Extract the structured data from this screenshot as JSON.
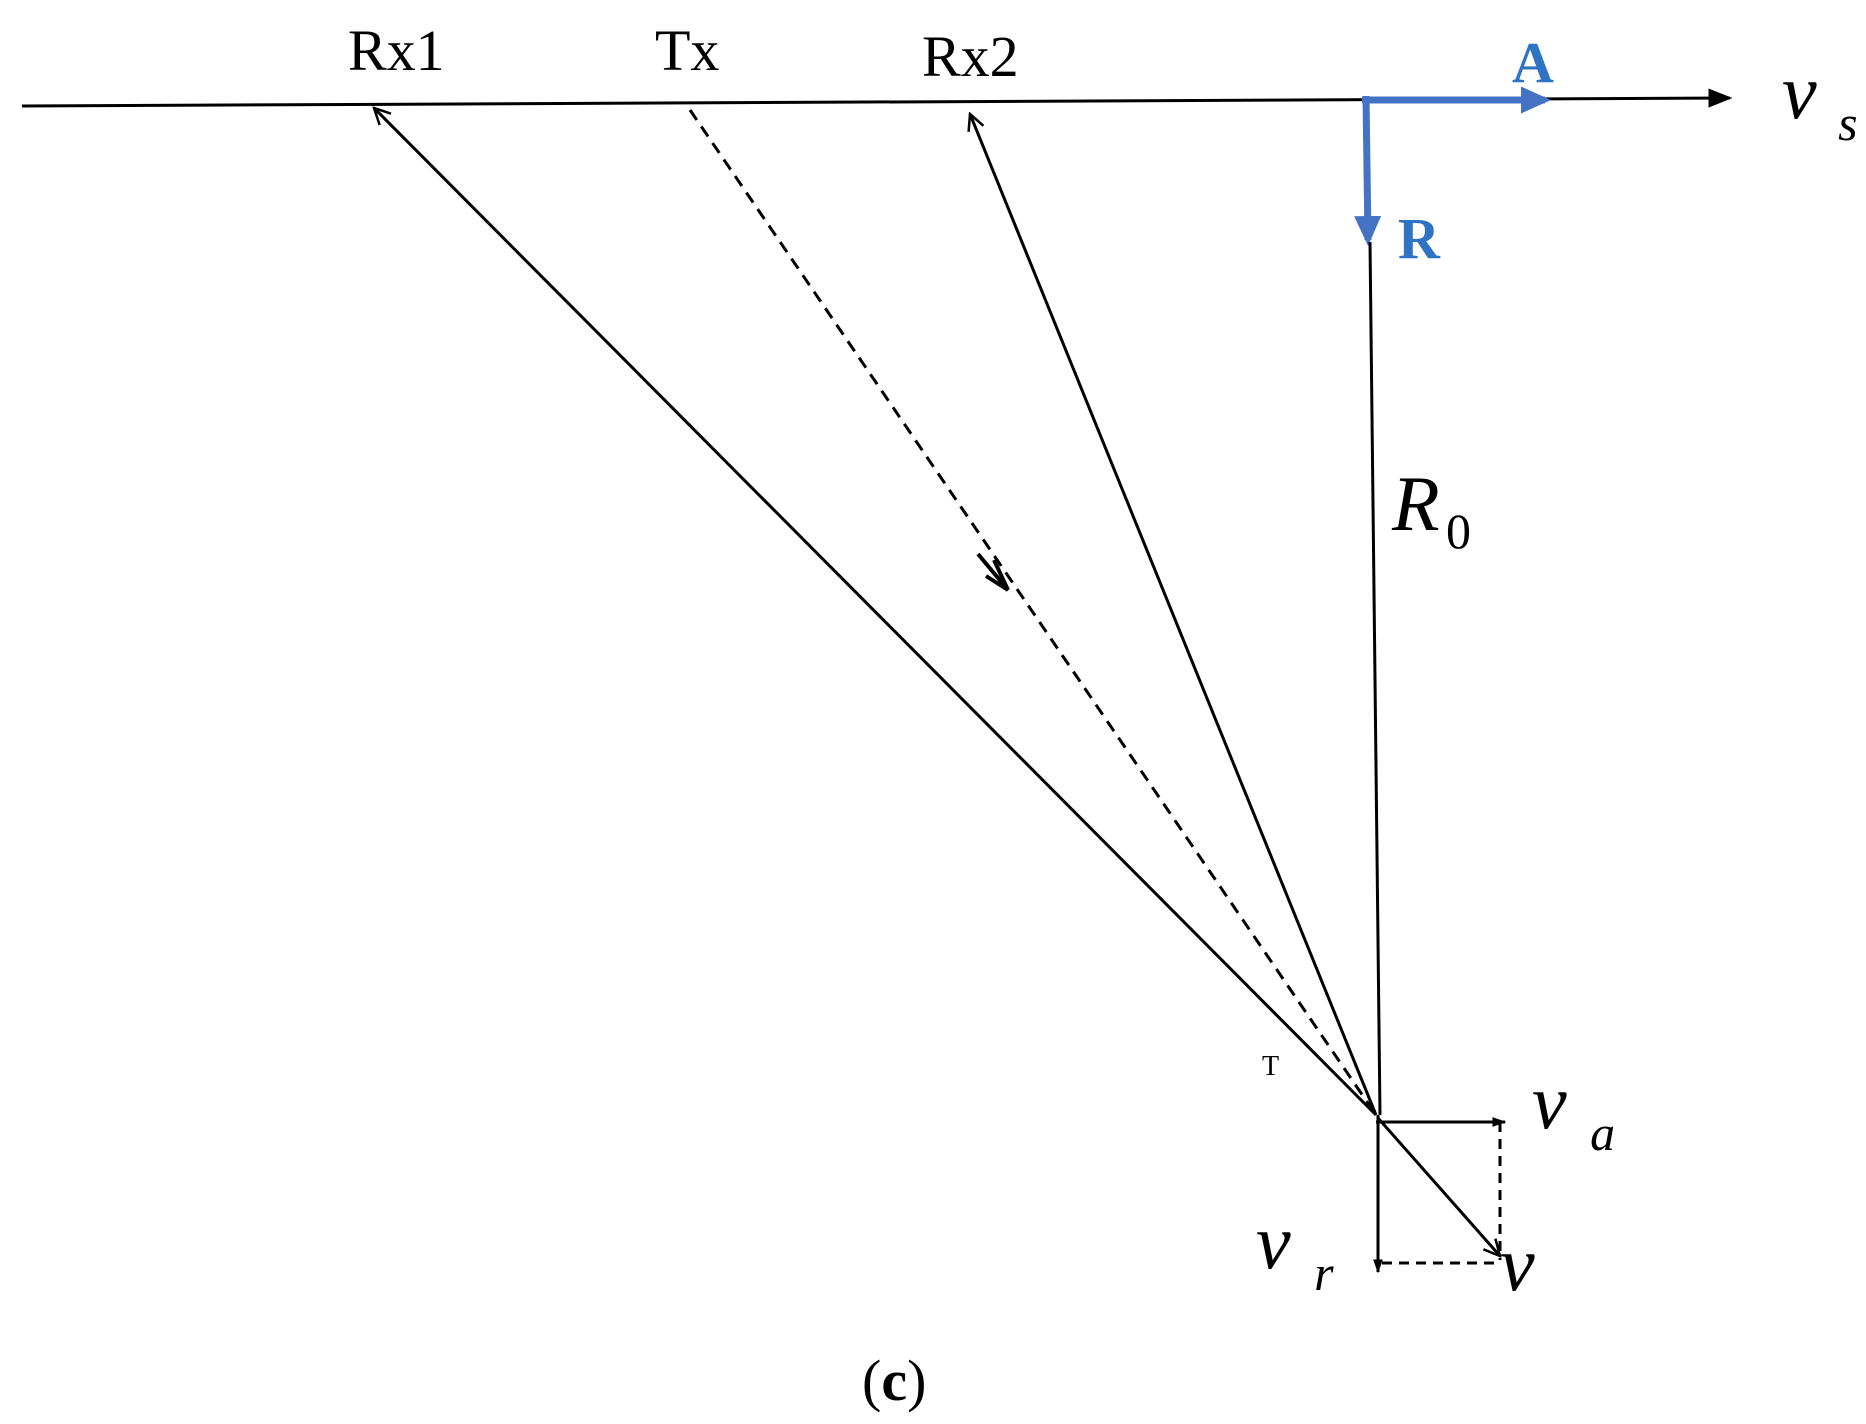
{
  "labels": {
    "rx1": "Rx1",
    "tx": "Tx",
    "rx2": "Rx2",
    "azimuth": "A",
    "range": "R",
    "target": "T",
    "caption_open": "(",
    "caption_letter": "c",
    "caption_close": ")"
  },
  "symbols": {
    "vs": {
      "base": "v",
      "sub": "s"
    },
    "r0": {
      "base": "R",
      "sub": "0"
    },
    "va": {
      "base": "v",
      "sub": "a"
    },
    "vr": {
      "base": "v",
      "sub": "r"
    },
    "v": {
      "base": "v"
    }
  },
  "colors": {
    "axis_accent": "#4472c4",
    "line": "#000000"
  }
}
